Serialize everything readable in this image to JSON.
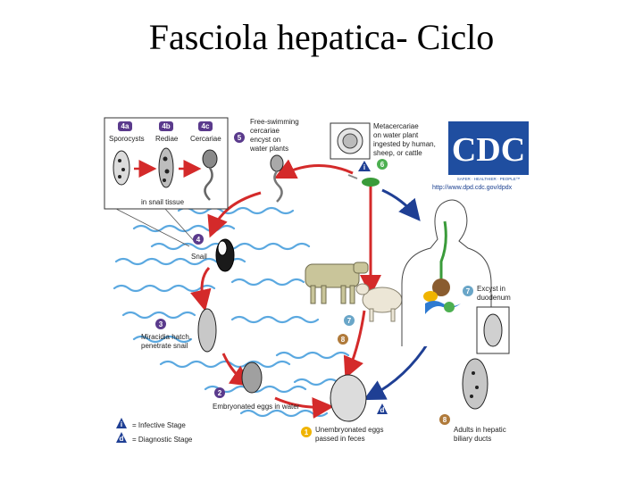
{
  "title": "Fasciola hepatica- Ciclo",
  "stages": {
    "s4a": {
      "num": "4a",
      "label": "Sporocysts"
    },
    "s4b": {
      "num": "4b",
      "label": "Rediae"
    },
    "s4c": {
      "num": "4c",
      "label": "Cercariae"
    },
    "snail_tissue": "in snail tissue",
    "s5": {
      "num": "5",
      "lines": [
        "Free-swimming",
        "cercariae",
        "encyst on",
        "water plants"
      ]
    },
    "s6": {
      "num": "6",
      "lines": [
        "Metacercariae",
        "on water plant",
        "ingested by human,",
        "sheep, or cattle"
      ]
    },
    "s4": {
      "num": "4",
      "label": "Snail"
    },
    "s3": {
      "num": "3",
      "lines": [
        "Miracidia hatch,",
        "penetrate snail"
      ]
    },
    "s2": {
      "num": "2",
      "label": "Embryonated eggs in water"
    },
    "s1": {
      "num": "1",
      "lines": [
        "Unembryonated eggs",
        "passed in feces"
      ]
    },
    "s7": {
      "num": "7",
      "lines": [
        "Excyst in",
        "duodenum"
      ]
    },
    "s8": {
      "num": "8",
      "lines": [
        "Adults in hepatic",
        "biliary ducts"
      ]
    },
    "mid7": "7",
    "mid8": "8",
    "infective_mark": "i",
    "diagnostic_mark": "d"
  },
  "legend": {
    "infective": "= Infective Stage",
    "diagnostic": "= Diagnostic Stage"
  },
  "cdc": {
    "logo": "CDC",
    "tagline": "SAFER · HEALTHIER · PEOPLE™",
    "url": "http://www.dpd.cdc.gov/dpdx"
  },
  "colors": {
    "infective_arrow": "#d42a2a",
    "diagnostic_arrow": "#1f3f94",
    "water": "#5aa8e0",
    "stage_circle": "#5a3a8c",
    "cdc_blue": "#1f4ea0"
  }
}
